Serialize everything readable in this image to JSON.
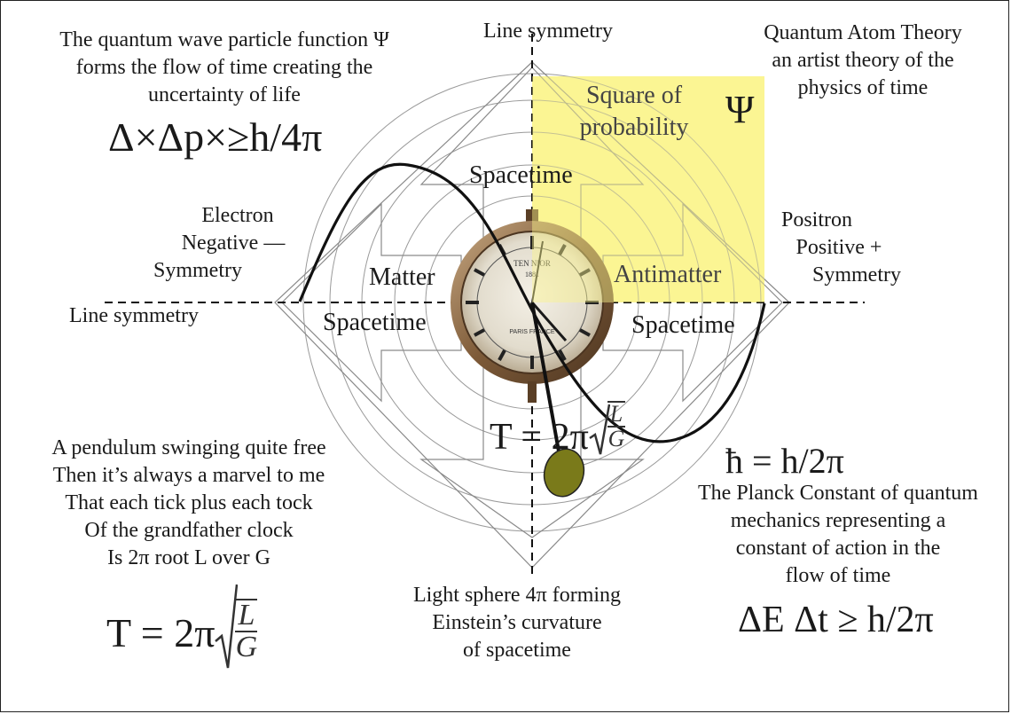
{
  "header": {
    "left": [
      "The quantum wave particle function Ψ",
      "forms the flow of time creating the",
      "uncertainty of life"
    ],
    "right": [
      "Quantum Atom Theory",
      "an artist theory of the",
      "physics of time"
    ]
  },
  "formulas": {
    "uncertainty_position": "Δ×Δp×≥h/4π",
    "reduced_planck": "ħ = h/2π",
    "energy_time": "ΔE Δt ≥ h/2π",
    "pendulum_prefix": "T = 2π",
    "pendulum_num": "L",
    "pendulum_den": "G"
  },
  "diagram": {
    "line_symmetry_top": "Line  symmetry",
    "line_symmetry_left": "Line  symmetry",
    "square_of_probability": [
      "Square of",
      "probability"
    ],
    "psi": "Ψ",
    "spacetime_top": "Spacetime",
    "spacetime_left": "Spacetime",
    "spacetime_right": "Spacetime",
    "matter": "Matter",
    "antimatter": "Antimatter",
    "electron": [
      "Electron",
      "Negative —",
      "Symmetry"
    ],
    "positron": [
      "Positron",
      "Positive +",
      "Symmetry"
    ],
    "light_sphere": [
      "Light sphere 4π forming",
      "Einstein’s curvature",
      "of spacetime"
    ],
    "clock_text_top": "TEN NIOR",
    "clock_text_year": "1881",
    "clock_text_city": "PARIS FRANCE"
  },
  "poem": [
    "A pendulum swinging quite free",
    "Then it’s always a marvel to me",
    "That each tick plus each tock",
    "Of the grandfather clock",
    "Is 2π root L over G"
  ],
  "planck_text": [
    "The Planck Constant of quantum",
    "mechanics representing a",
    "constant of action in the",
    "flow of time"
  ],
  "colors": {
    "probability_square": "#fbf58c",
    "pendulum_bob": "#7a7a1a",
    "clock_rim": "#8a6a45"
  }
}
